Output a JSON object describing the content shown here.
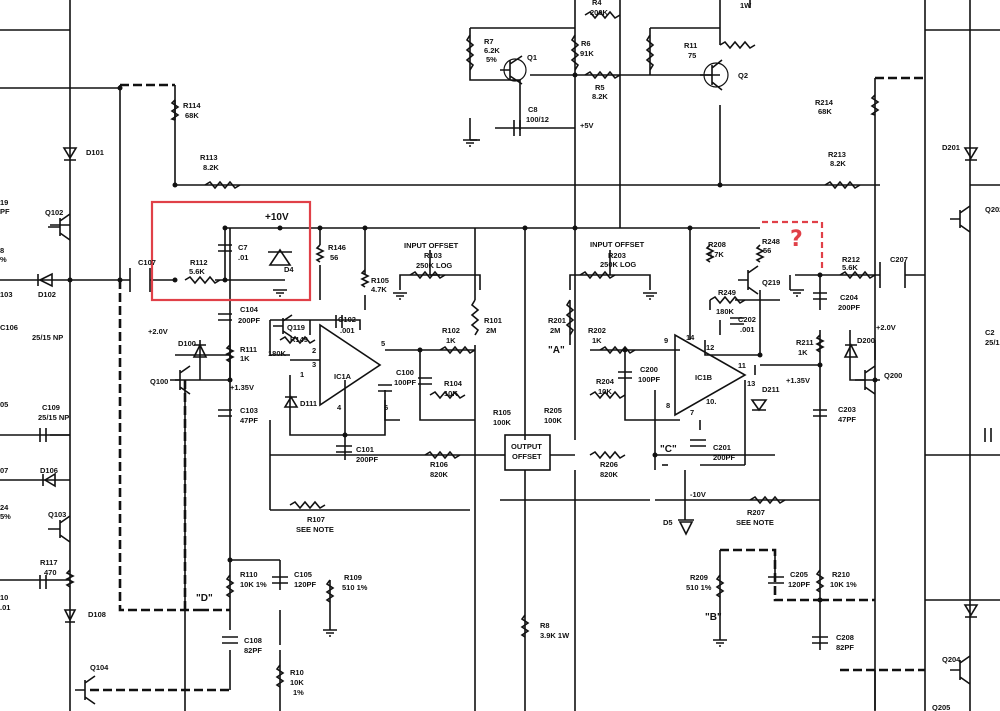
{
  "labels": {
    "top_1w": "1W",
    "r4": "R4",
    "r4_v": "200K",
    "r7": "R7",
    "r7_v": "6.2K",
    "r7_t": "5%",
    "r6": "R6",
    "r6_v": "91K",
    "q1": "Q1",
    "r5": "R5",
    "r5_v": "8.2K",
    "r11": "R11",
    "r11_v": "75",
    "q2": "Q2",
    "c8": "C8",
    "c8_v": "100/12",
    "plus5v": "+5V",
    "r114": "R114",
    "r114_v": "68K",
    "d101": "D101",
    "r113": "R113",
    "r113_v": "8.2K",
    "r214": "R214",
    "r214_v": "68K",
    "d201": "D201",
    "r213": "R213",
    "r213_v": "8.2K",
    "l19": "19",
    "lpf": "PF",
    "q102": "Q102",
    "l8": "8",
    "lpct": "%",
    "l103": "103",
    "d102": "D102",
    "c107": "C107",
    "r112": "R112",
    "r112_v": "5.6K",
    "c7": "C7",
    "c7_v": ".01",
    "plus10v": "+10V",
    "d4": "D4",
    "r146": "R146",
    "r146_v": "56",
    "r105": "R105",
    "r105_v": "4.7K",
    "in_off1": "INPUT OFFSET",
    "r103": "R103",
    "r103_v": "250K LOG",
    "r101": "R101",
    "r101_v": "2M",
    "in_off2": "INPUT OFFSET",
    "r203": "R203",
    "r203_v": "250K LOG",
    "r201": "R201",
    "r201_v": "2M",
    "r202": "R202",
    "r202_v": "1K",
    "r208": "R208",
    "r208_v": "4.7K",
    "r248": "R248",
    "r248_v": "56",
    "q219": "Q219",
    "r249": "R249",
    "r249_v": "180K",
    "r212": "R212",
    "r212_v": "5.6K",
    "c207": "C207",
    "c204": "C204",
    "c204_v": "200PF",
    "c202": "C202",
    "c202_v": ".001",
    "c104": "C104",
    "c104_v": "200PF",
    "q119": "Q119",
    "r149": "R149",
    "r149_v": "180K",
    "c102": "C102",
    "c102_v": ".001",
    "c106": "C106",
    "c106_v": "25/15 NP",
    "plus2v_a": "+2.0V",
    "d100": "D100",
    "r111": "R111",
    "r111_v": "1K",
    "q100": "Q100",
    "plus135_a": "+1.35V",
    "ic1a": "IC1A",
    "r102": "R102",
    "r102_v": "1K",
    "c100": "C100",
    "c100_v": "100PF",
    "r104": "R104",
    "r104_v": "10K",
    "label_a": "\"A\"",
    "r204": "R204",
    "r204_v": "10K",
    "c200": "C200",
    "c200_v": "100PF",
    "ic1b": "IC1B",
    "r211": "R211",
    "r211_v": "1K",
    "d200": "D200",
    "plus2v_b": "+2.0V",
    "plus135_b": "+1.35V",
    "q200": "Q200",
    "d211": "D211",
    "c26": "C2",
    "c26_v": "25/1",
    "l05": "05",
    "c109": "C109",
    "c109_v": "25/15 NP",
    "c103": "C103",
    "c103_v": "47PF",
    "d111": "D111",
    "r105b": "R105",
    "r105b_v": "100K",
    "r205": "R205",
    "r205_v": "100K",
    "out_off": "OUTPUT",
    "out_off2": "OFFSET",
    "c101": "C101",
    "c101_v": "200PF",
    "c201": "C201",
    "c201_v": "200PF",
    "label_c": "\"C\"",
    "r106": "R106",
    "r106_v": "820K",
    "r206": "R206",
    "r206_v": "820K",
    "c203": "C203",
    "c203_v": "47PF",
    "l07": "07",
    "d106": "D106",
    "l24": "24",
    "l5pct": "5%",
    "q103": "Q103",
    "minus10v": "-10V",
    "r107": "R107",
    "r107_n": "SEE NOTE",
    "r207": "R207",
    "r207_n": "SEE NOTE",
    "d5": "D5",
    "r117": "R117",
    "r117_v": "470",
    "l10": "10",
    "l01": ".01",
    "label_d": "\"D\"",
    "r110": "R110",
    "r110_v": "10K 1%",
    "c105": "C105",
    "c105_v": "120PF",
    "r109": "R109",
    "r109_v": "510 1%",
    "r209": "R209",
    "r209_v": "510 1%",
    "c205": "C205",
    "c205_v": "120PF",
    "r210": "R210",
    "r210_v": "10K 1%",
    "d108": "D108",
    "r8": "R8",
    "r8_v": "3.9K 1W",
    "label_b": "\"B\"",
    "c108": "C108",
    "c108_v": "82PF",
    "c208": "C208",
    "c208_v": "82PF",
    "q104": "Q104",
    "r10": "R10",
    "r10_v": "10K",
    "r10_t": "1%",
    "q204": "Q204",
    "q205": "Q205",
    "q202": "Q202",
    "pin1": "1",
    "pin2": "2",
    "pin3": "3",
    "pin4": "4",
    "pin5": "5",
    "pin6": "6",
    "pin7": "7",
    "pin8": "8",
    "pin9": "9",
    "pin10": "10.",
    "pin11": "11",
    "pin12": "12",
    "pin13": "13",
    "pin14": "14",
    "question": "?"
  },
  "annotation": {
    "color": "#e04048"
  }
}
